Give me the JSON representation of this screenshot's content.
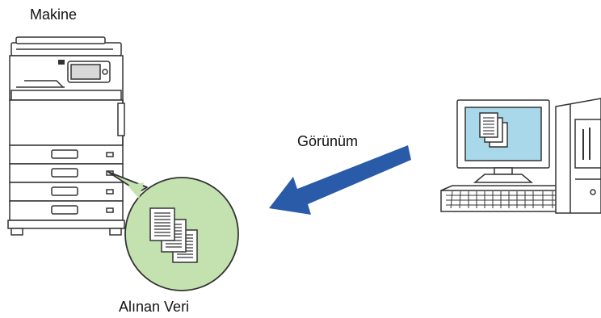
{
  "labels": {
    "machine": "Makine",
    "view": "Görünüm",
    "received_data": "Alınan Veri"
  },
  "colors": {
    "arrow": "#2a5ba8",
    "bubble_fill": "#c3e2b0",
    "screen_fill": "#a8d8ea",
    "outline": "#333333"
  },
  "icons": [
    "printer-icon",
    "computer-icon",
    "documents-icon",
    "arrow-icon"
  ]
}
